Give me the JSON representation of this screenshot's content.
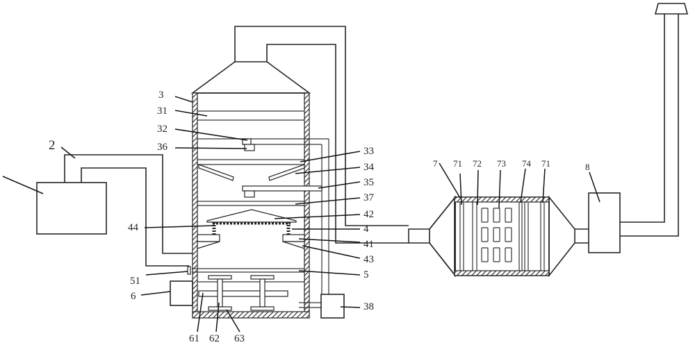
{
  "diagram": {
    "type": "patent-schematic",
    "components": [
      {
        "id": "1",
        "label": "",
        "desc": "source box (left)"
      },
      {
        "id": "2",
        "label": "2",
        "desc": "pipe to tower"
      },
      {
        "id": "3",
        "label": "3",
        "desc": "tower body"
      },
      {
        "id": "31",
        "label": "31"
      },
      {
        "id": "32",
        "label": "32"
      },
      {
        "id": "36",
        "label": "36"
      },
      {
        "id": "33",
        "label": "33"
      },
      {
        "id": "34",
        "label": "34"
      },
      {
        "id": "35",
        "label": "35"
      },
      {
        "id": "37",
        "label": "37"
      },
      {
        "id": "42",
        "label": "42"
      },
      {
        "id": "44",
        "label": "44"
      },
      {
        "id": "4",
        "label": "4"
      },
      {
        "id": "41",
        "label": "41"
      },
      {
        "id": "43",
        "label": "43"
      },
      {
        "id": "51",
        "label": "51"
      },
      {
        "id": "5",
        "label": "5"
      },
      {
        "id": "6",
        "label": "6"
      },
      {
        "id": "38",
        "label": "38"
      },
      {
        "id": "61",
        "label": "61"
      },
      {
        "id": "62",
        "label": "62"
      },
      {
        "id": "63",
        "label": "63"
      },
      {
        "id": "7",
        "label": "7"
      },
      {
        "id": "71a",
        "label": "71"
      },
      {
        "id": "72",
        "label": "72"
      },
      {
        "id": "73",
        "label": "73"
      },
      {
        "id": "74",
        "label": "74"
      },
      {
        "id": "71b",
        "label": "71"
      },
      {
        "id": "8",
        "label": "8"
      }
    ]
  }
}
